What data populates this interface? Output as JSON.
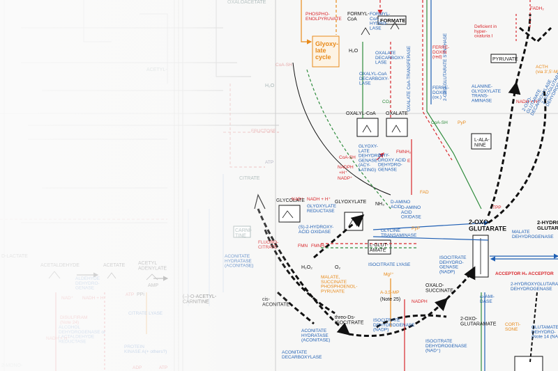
{
  "compounds": {
    "oxaloacetate": "OXALOACETATE",
    "formyl_coa": "FORMYL-\nCoA",
    "formate": "FORMATE",
    "oxalyl_coa": "OXALYL-CoA",
    "oxalate": "OXALATE",
    "glycolate": "GLYCOLATE",
    "glyoxylate": "GLYOXYLATE",
    "two_oxo_glutarate": "2-OXO-\nGLUTARATE",
    "citrate": "CITRATE",
    "cis_aconitate": "cis-\nACONITATE",
    "threo_isocitrate": "threo-Ds-\nISOCITRATE",
    "oxalo_succinate": "OXALO-\nSUCCINATE",
    "two_oxo_glutaramate": "2-OXO-\nGLUTARAMATE",
    "d_lactate": "D-LACTATE",
    "acetaldehyde": "ACETALDEHYDE",
    "acetate": "ACETATE",
    "acetyl_adenylate": "ACETYL\nADENYLATE",
    "o_acetyl_carnitine": "(–)-O-ACETYL-\nCARNITINE",
    "pyruvate": "PYRUVATE",
    "l_alanine": "L-ALA-\nNINE",
    "l_glutamate": "L-GLUT-\nAMATE",
    "carnitine": "CARNI-\nTINE",
    "acetyl_coa": "ACETYL-",
    "d_amino_acid": "D-AMINO\nACID",
    "two_hydroxy": "2-HYDRO\nGLUTARA"
  },
  "enzymes": {
    "phosphoenolpyruvate": "PHOSPHO-\nENOLPYRUVATE",
    "formyl_coa_hydrolase": "FORMYL-\nCoA\nHYDRO-\nLASE",
    "oxalate_decarboxylase": "OXALATE\nDECARBOXY-\nLASE",
    "oxalate_coa_transferase": "OXALATE CoA-TRANSFERASE",
    "oxalyl_coa_decarboxylase": "OXALYL-CoA\nDECARBOXY-\nLASE",
    "glyoxylate_cycle": "Glyoxy-\nlate\ncycle",
    "glyoxylate_dehydrogenase": "GLYOXY-\nLATE\nDEHYDRO-\nGENASE\n(ACY-\nLATING)",
    "hydroxy_acid_dehydrogenase": "2-HY-\nDROXY ACID\nDEHYDRO-\nGENASE",
    "glyoxylate_reductase": "GLYOXYLATE\nREDUCTASE",
    "hydroxy_acid_oxidase": "(S)-2-HYDROXY-\nACID OXIDASE",
    "d_amino_acid_oxidase": "D-AMINO\nACID\nOXIDASE",
    "glycine_transaminase": "GLYCINE\nTRANSAMINASE",
    "isocitrate_lyase": "ISOCITRATE LYASE",
    "aconitate_hydratase": "ACONITATE\nHYDRATASE\n(ACONITASE)",
    "aconitate_hydratase_lower": "ACONITATE\nHYDRATASE\n(ACONITASE)",
    "isocitrate_dh_nadp": "ISOCITRATE\nDEHYDRO-\nGENASE\n(NADP)",
    "isocitrate_dh_nadp_lower": "ISOCITRATE\nDEHYDROGENASE\n(NADP)",
    "isocitrate_dh_nad": "ISOCITRATE\nDEHYDROGENASE\n(NAD⁺)",
    "aconitate_decarboxylase": "ACONITATE\nDECARBOXYLASE",
    "malate_dehydrogenase": "MALATE\nDEHYDROGENASE",
    "acceptor_oxidoreductase": "ACCEPTOR H₂ ACCEPTOR",
    "hydroxyglutarate_dh": "2-HYDROXYGLUTARATE\nDEHYDROGENASE",
    "two_oxoglutarate_synthase": "2-OXO-GLUTARATE SYNTHASE",
    "alanine_glyoxylate_transaminase": "ALANINE-\nGLYOXYLATE\nTRANS-\nAMINASE",
    "ferredoxin_red": "FERRE-\nDOXIN\n(red)",
    "ferredoxin_ox": "FERRE-\nDOXIN\n(ox.)",
    "oxoglutarate_dh_system": "2-OXOGLUTARATE\nDEHYDROGENASE SYSTEM",
    "oxoglutarate_decarboxylase": "2-OXO-\nGLUTARATE\nDECARBOXYLASE",
    "acth": "ACTH\n(via 3',5'-MP)",
    "deficient_note": "Deficient in\nhyper-\noxaluria I",
    "aldehyde_dh": "ALDEHYDE\nDEHYDRO-\nGENASE",
    "alcohol_dh": "ALCOHOL\nDEHYDROGENASE or\nLACTALDEHYDE\nREDUCTASE",
    "disulfiram": "DISULFIRAM\n(Note 24)",
    "protein_kinase": "PROTEIN\nKINASE A(+ others?)",
    "citrate_lyase": "CITRATE LYASE",
    "fluorocitrate": "FLUORO-\nCITRATE",
    "malate_succinate": "MALATE,\nSUCCINATE\nPHOSPHOENOL-\nPYRUVATE",
    "glutamate_dh": "GLUTAMATE\nDEHYDRO-\n(Note 14 (NAD",
    "cortisone": "CORTI-\nSONE",
    "amidase": "ω-AMI-\nDASE"
  },
  "cofactors": {
    "nadp_plus": "NADP⁺",
    "nadph": "NADPH",
    "nadh_h": "NADH + H⁺",
    "nad_plus": "NAD⁺",
    "h_plus": "+H⁺",
    "coa_sh": "CoA-SH",
    "co2": "CO₂",
    "h2o": "H₂O",
    "h2o2": "H₂O₂",
    "o2": "O₂",
    "fmn": "FMN",
    "fmnh2": "FMNH₂",
    "fad": "FAD",
    "fadh2": "FADH₂",
    "nh3": "NH₃",
    "atp": "ATP",
    "adp": "ADP",
    "amp": "AMP",
    "ppi": "PPi",
    "pyp": "PyP",
    "tpp": "TPP",
    "mg": "Mg²⁺",
    "note25": "(Note 25)",
    "a35mp": "A-3,5-MP",
    "e_mark": "E"
  },
  "background": {
    "fructose": "FRUCTOSE",
    "atp": "ATP",
    "h2o_faint": "H₂O",
    "coa_sh_faint": "CoA-SH",
    "mono": "2-MONO-"
  },
  "colors": {
    "red": "#d8262b",
    "blue": "#1f5fb4",
    "orange": "#e88a1a",
    "green": "#2e8b3c",
    "black": "#111111"
  }
}
